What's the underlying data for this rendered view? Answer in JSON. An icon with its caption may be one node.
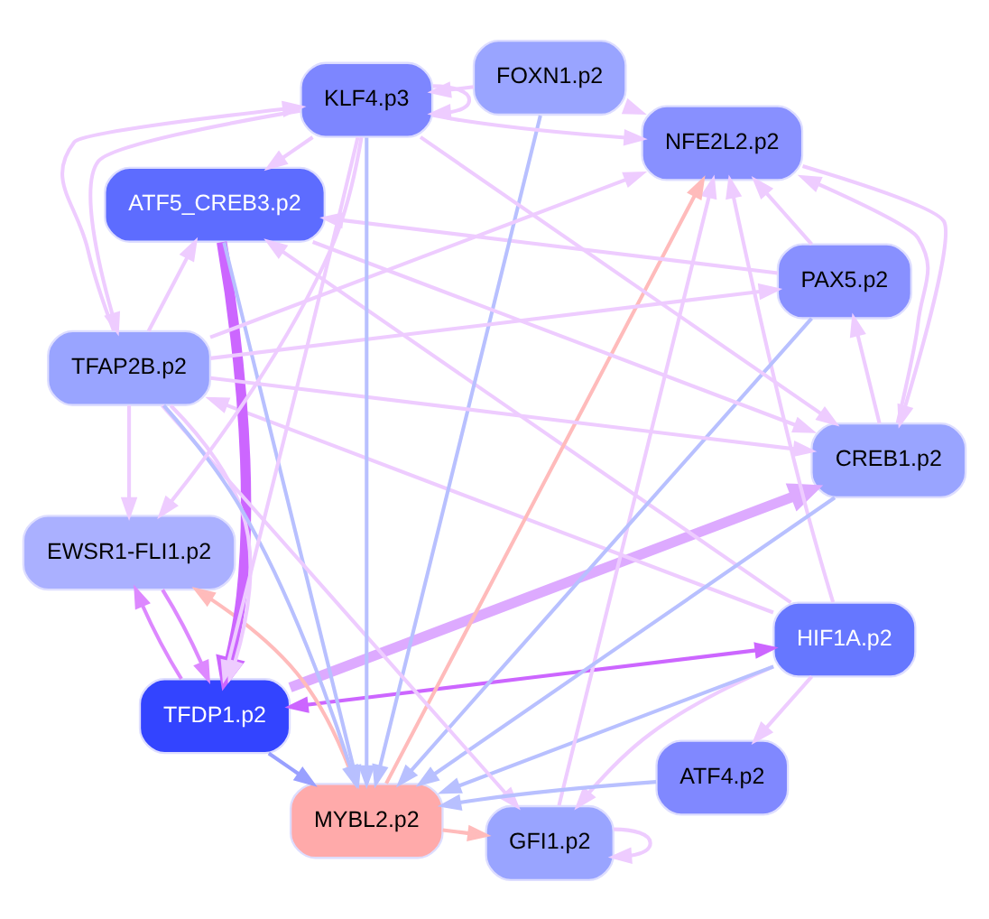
{
  "diagram": {
    "nodes": [
      {
        "text": [
          "TFDP1.p2"
        ]
      },
      {
        "text": [
          "EWSR1-FLI1.p2"
        ]
      },
      {
        "text": [
          "HIF1A.p2"
        ]
      },
      {
        "text": [
          "GFI1.p2"
        ]
      },
      {
        "text": [
          "CREB1.p2"
        ]
      },
      {
        "text": [
          "NFE2L2.p2"
        ]
      },
      {
        "text": [
          "MYBL2.p2"
        ]
      },
      {
        "text": [
          "PAX5.p2"
        ]
      },
      {
        "text": [
          "FOXN1.p2"
        ]
      },
      {
        "text": [
          "ATF5_CREB3.p2"
        ]
      },
      {
        "text": [
          "TFAP2B.p2"
        ]
      },
      {
        "text": [
          "ATF4.p2"
        ]
      },
      {
        "text": [
          "KLF4.p3"
        ]
      }
    ],
    "edges": [
      {
        "from": 0,
        "to": 6,
        "arrow": "to",
        "color": "#99a0ff"
      },
      {
        "from": 2,
        "to": 6,
        "arrow": "to",
        "color": "#b8c0ff"
      },
      {
        "from": 4,
        "to": 6,
        "arrow": "to",
        "color": "#b8c0ff"
      },
      {
        "from": 7,
        "to": 6,
        "arrow": "to",
        "color": "#b8c0ff"
      },
      {
        "from": 9,
        "to": 6,
        "arrow": "to",
        "color": "#b8c0ff"
      },
      {
        "from": 11,
        "to": 6,
        "arrow": "to",
        "color": "#b8c0ff"
      },
      {
        "from": 12,
        "to": 6,
        "arrow": "to",
        "color": "#b8c0ff"
      },
      {
        "from": 10,
        "to": 6,
        "arrow": "to",
        "color": "#b8c0ff"
      },
      {
        "from": 8,
        "to": 6,
        "arrow": "to",
        "color": "#b8c0ff"
      },
      {
        "from": 6,
        "to": 1,
        "arrow": "to",
        "color": "#ffbbbb"
      },
      {
        "from": 6,
        "to": 3,
        "arrow": "to",
        "color": "#ffbbbb"
      },
      {
        "from": 6,
        "to": 5,
        "arrow": "to",
        "color": "#ffbbbb"
      },
      {
        "from": 0,
        "to": 1,
        "arrow": "to",
        "color": "#dd88ff"
      },
      {
        "from": 1,
        "to": 0,
        "arrow": "to",
        "color": "#dd88ff"
      },
      {
        "from": 0,
        "to": 2,
        "arrow": "both",
        "color": "#cc66ff"
      },
      {
        "from": 9,
        "to": 0,
        "arrow": "to",
        "style": "thick",
        "color": "#cc66ff"
      },
      {
        "from": 0,
        "to": 4,
        "arrow": "to",
        "style": "thick",
        "color": "#ddaaff"
      },
      {
        "from": 12,
        "to": 0,
        "arrow": "to"
      },
      {
        "from": 10,
        "to": 0,
        "arrow": "to"
      },
      {
        "from": 2,
        "to": 3,
        "arrow": "to"
      },
      {
        "from": 2,
        "to": 5,
        "arrow": "to"
      },
      {
        "from": 2,
        "to": 9,
        "arrow": "to"
      },
      {
        "from": 2,
        "to": 10,
        "arrow": "to"
      },
      {
        "from": 2,
        "to": 11,
        "arrow": "to"
      },
      {
        "from": 3,
        "to": 3,
        "arrow": "to"
      },
      {
        "from": 3,
        "to": 5,
        "arrow": "to"
      },
      {
        "from": 10,
        "to": 3,
        "arrow": "to"
      },
      {
        "from": 4,
        "to": 5,
        "arrow": "to"
      },
      {
        "from": 5,
        "to": 4,
        "arrow": "to"
      },
      {
        "from": 9,
        "to": 4,
        "arrow": "to"
      },
      {
        "from": 12,
        "to": 4,
        "arrow": "to"
      },
      {
        "from": 7,
        "to": 9,
        "arrow": "to"
      },
      {
        "from": 4,
        "to": 7,
        "arrow": "to"
      },
      {
        "from": 10,
        "to": 7,
        "arrow": "to"
      },
      {
        "from": 7,
        "to": 5,
        "arrow": "to"
      },
      {
        "from": 8,
        "to": 5,
        "arrow": "to"
      },
      {
        "from": 8,
        "to": 12,
        "arrow": "to"
      },
      {
        "from": 10,
        "to": 9,
        "arrow": "to"
      },
      {
        "from": 12,
        "to": 9,
        "arrow": "to"
      },
      {
        "from": 12,
        "to": 12,
        "arrow": "to"
      },
      {
        "from": 12,
        "to": 10,
        "arrow": "to"
      },
      {
        "from": 10,
        "to": 12,
        "arrow": "to"
      },
      {
        "from": 12,
        "to": 1,
        "arrow": "to"
      },
      {
        "from": 12,
        "to": 5,
        "arrow": "to"
      },
      {
        "from": 10,
        "to": 1,
        "arrow": "to"
      },
      {
        "from": 10,
        "to": 5,
        "arrow": "to"
      },
      {
        "from": 10,
        "to": 4,
        "arrow": "to"
      }
    ]
  }
}
